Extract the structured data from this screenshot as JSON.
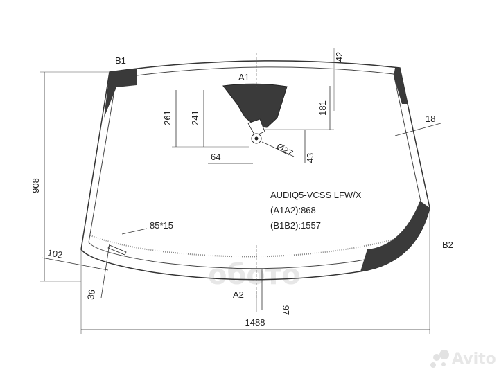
{
  "labels": {
    "b1": "B1",
    "b2": "B2",
    "a1": "A1",
    "a2": "A2"
  },
  "model": {
    "code": "AUDIQ5-VCSS LFW/X",
    "a1a2": "(A1A2):868",
    "b1b2": "(B1B2):1557"
  },
  "dimensions": {
    "d42": "42",
    "d18": "18",
    "d261": "261",
    "d241": "241",
    "d181": "181",
    "d64": "64",
    "d27": "Ø27",
    "d43": "43",
    "d908": "908",
    "d85x15": "85*15",
    "d102": "102",
    "d36": "36",
    "d97": "97",
    "d1488": "1488"
  },
  "watermarks": {
    "oboto": "обото",
    "avito": "Avito"
  },
  "colors": {
    "line": "#333333",
    "frit": "#3a3a3a",
    "watermark": "#e7e7e7"
  }
}
